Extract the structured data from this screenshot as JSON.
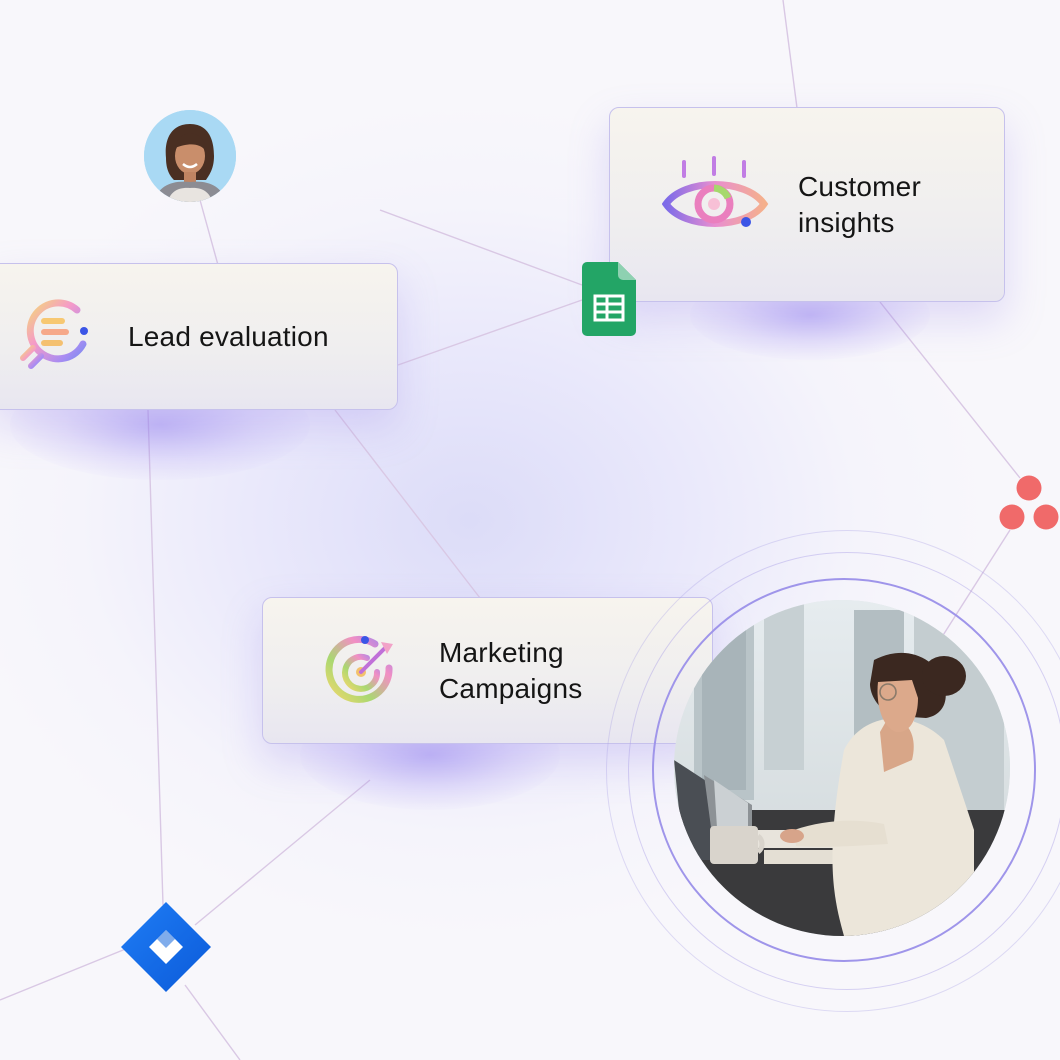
{
  "cards": [
    {
      "id": "lead-evaluation",
      "label": "Lead evaluation"
    },
    {
      "id": "customer-insights",
      "label": "Customer\ninsights"
    },
    {
      "id": "marketing-campaigns",
      "label": "Marketing\nCampaigns"
    }
  ],
  "icons": {
    "lead": "lead-evaluation-icon",
    "customer": "eye-insights-icon",
    "marketing": "target-campaign-icon",
    "sheets": "google-sheets-icon",
    "asana": "asana-icon",
    "jira": "jira-icon"
  },
  "colors": {
    "sheets": "#23a566",
    "asana": "#f06a6a",
    "jira": "#1868db",
    "card_border": "#c6c1ec",
    "connector": "#d8c9e6"
  }
}
